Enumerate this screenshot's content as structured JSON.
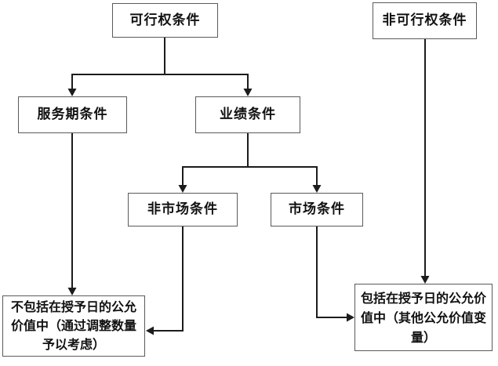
{
  "diagram": {
    "type": "flowchart",
    "language": "zh-CN",
    "topic": "可行权条件与非可行权条件在授予日公允价值中的处理",
    "colors": {
      "background": "#ffffff",
      "box_fill": "#ffffff",
      "box_border": "#5a5a5a",
      "connector": "#1c1c1c",
      "text": "#111111"
    },
    "nodes": {
      "vesting": "可行权条件",
      "non_vesting": "非可行权条件",
      "service": "服务期条件",
      "performance": "业绩条件",
      "non_market": "非市场条件",
      "market": "市场条件",
      "excluded": {
        "text": "不包括在授予日的公允价值中（通过调整数量予以考虑）",
        "lines": [
          "不包括在授予日的公允",
          "价值中（通过调整数量",
          "予以考虑）"
        ]
      },
      "included": {
        "text": "包括在授予日的公允价值中（其他公允价值变量）",
        "lines": [
          "包括在授予日的公允价",
          "值中（其他公允价值变",
          "量）"
        ]
      }
    },
    "edges": [
      {
        "from": "可行权条件",
        "to": "服务期条件",
        "arrow": "down"
      },
      {
        "from": "可行权条件",
        "to": "业绩条件",
        "arrow": "down"
      },
      {
        "from": "业绩条件",
        "to": "非市场条件",
        "arrow": "down"
      },
      {
        "from": "业绩条件",
        "to": "市场条件",
        "arrow": "down"
      },
      {
        "from": "服务期条件",
        "to": "不包括在授予日的公允价值中（通过调整数量予以考虑）",
        "arrow": "down-into-top"
      },
      {
        "from": "非市场条件",
        "to": "不包括在授予日的公允价值中（通过调整数量予以考虑）",
        "arrow": "down-then-left-into-right-side"
      },
      {
        "from": "市场条件",
        "to": "包括在授予日的公允价值中（其他公允价值变量）",
        "arrow": "down-then-right-into-left-side"
      },
      {
        "from": "非可行权条件",
        "to": "包括在授予日的公允价值中（其他公允价值变量）",
        "arrow": "down-into-top"
      }
    ]
  }
}
